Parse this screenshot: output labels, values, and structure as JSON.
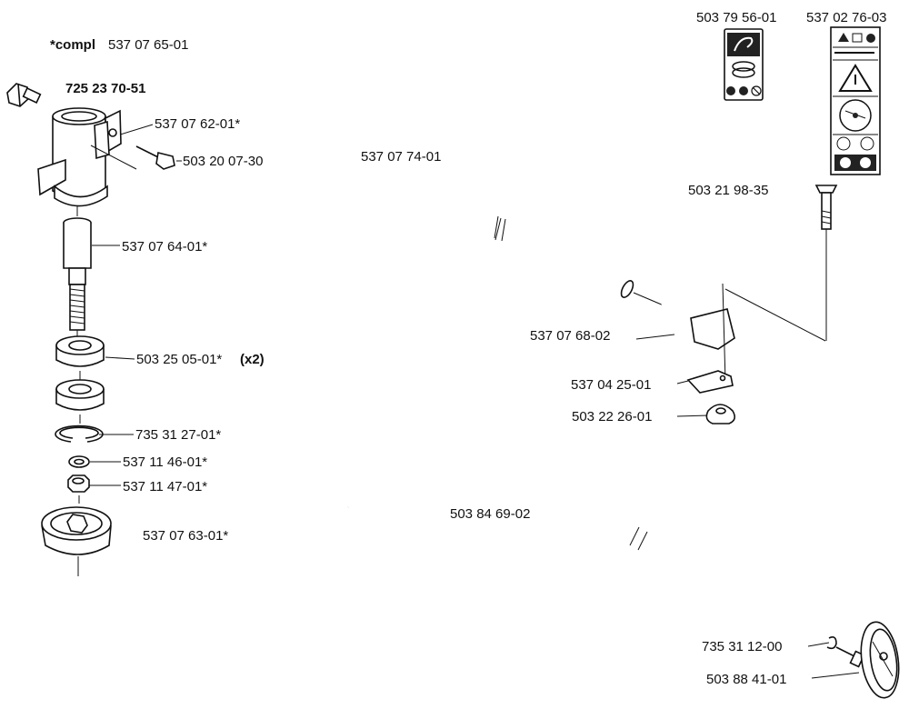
{
  "header": {
    "kit_prefix": "*compl",
    "kit_number": "537 07 65-01"
  },
  "labels": {
    "screw_head": "725 23 70-51",
    "housing": "537 07 62-01*",
    "clamp_screw": "503 20 07-30",
    "spindle": "537 07 64-01*",
    "bearing": "503 25 05-01*",
    "bearing_qty": "(x2)",
    "circlip": "735 31 27-01*",
    "washer": "537 11 46-01*",
    "nut": "537 11 47-01*",
    "cup": "537 07 63-01*",
    "tube": "537 07 74-01",
    "handle_bolt": "503 21 98-35",
    "handle": "537 07 68-02",
    "clamp_plate": "537 04 25-01",
    "wing_nut": "503 22 26-01",
    "drive_shaft": "503 84 69-02",
    "shaft_clip": "735 31 12-00",
    "engine_coupling": "503 88 41-01",
    "decal_1": "503 79 56-01",
    "decal_2": "537 02 76-03"
  }
}
